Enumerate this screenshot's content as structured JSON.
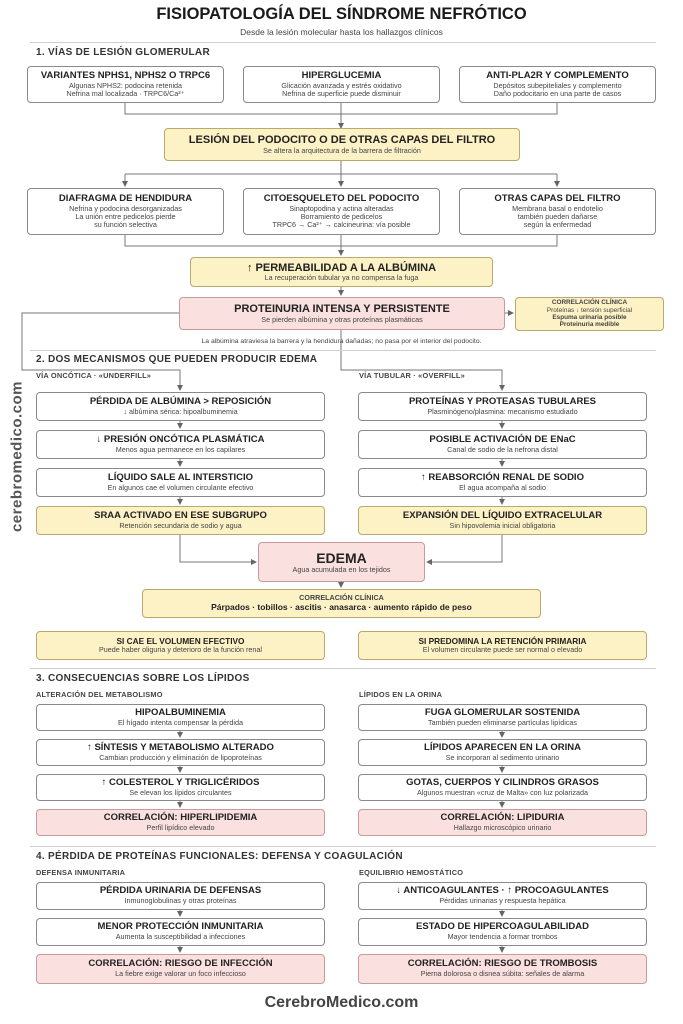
{
  "title": "FISIOPATOLOGÍA DEL SÍNDROME NEFRÓTICO",
  "subtitle": "Desde la lesión molecular hasta los hallazgos clínicos",
  "watermark": "cerebromedico.com",
  "footer": "CerebroMedico.com",
  "s1": {
    "title": "1. VÍAS DE LESIÓN GLOMERULAR",
    "causes": [
      {
        "t": "VARIANTES NPHS1, NPHS2 O TRPC6",
        "s1": "Algunas NPHS2: podocina retenida",
        "s2": "Nefrina mal localizada · TRPC6/Ca²⁺"
      },
      {
        "t": "HIPERGLUCEMIA",
        "s1": "Glicación avanzada y estrés oxidativo",
        "s2": "Nefrina de superficie puede disminuir"
      },
      {
        "t": "ANTI-PLA2R Y COMPLEMENTO",
        "s1": "Depósitos subepiteliales y complemento",
        "s2": "Daño podocitario en una parte de casos"
      }
    ],
    "lesion": {
      "t": "LESIÓN DEL PODOCITO O DE OTRAS CAPAS DEL FILTRO",
      "s": "Se altera la arquitectura de la barrera de filtración"
    },
    "layers": [
      {
        "t": "DIAFRAGMA DE HENDIDURA",
        "s1": "Nefrina y podocina desorganizadas",
        "s2": "La unión entre pedicelos pierde",
        "s3": "su función selectiva"
      },
      {
        "t": "CITOESQUELETO DEL PODOCITO",
        "s1": "Sinaptopodina y actina alteradas",
        "s2": "Borramiento de pedicelos",
        "s3": "TRPC6 → Ca²⁺ → calcineurina: vía posible"
      },
      {
        "t": "OTRAS CAPAS DEL FILTRO",
        "s1": "Membrana basal o endotelio",
        "s2": "también pueden dañarse",
        "s3": "según la enfermedad"
      }
    ],
    "perm": {
      "t": "↑ PERMEABILIDAD A LA ALBÚMINA",
      "s": "La recuperación tubular ya no compensa la fuga"
    },
    "prot": {
      "t": "PROTEINURIA INTENSA Y PERSISTENTE",
      "s": "Se pierden albúmina y otras proteínas plasmáticas"
    },
    "clin": {
      "h": "CORRELACIÓN CLÍNICA",
      "l1": "Proteínas ↓ tensión superficial",
      "l2": "Espuma urinaria posible",
      "l3": "Proteinuria medible"
    },
    "note": "La albúmina atraviesa la barrera y la hendidura dañadas; no pasa por el interior del podocito."
  },
  "s2": {
    "title": "2. DOS MECANISMOS QUE PUEDEN PRODUCIR EDEMA",
    "left_head": "VÍA ONCÓTICA · «UNDERFILL»",
    "right_head": "VÍA TUBULAR · «OVERFILL»",
    "left": [
      {
        "t": "PÉRDIDA DE ALBÚMINA > REPOSICIÓN",
        "s": "↓ albúmina sérica: hipoalbuminemia"
      },
      {
        "t": "↓ PRESIÓN ONCÓTICA PLASMÁTICA",
        "s": "Menos agua permanece en los capilares"
      },
      {
        "t": "LÍQUIDO SALE AL INTERSTICIO",
        "s": "En algunos cae el volumen circulante efectivo"
      },
      {
        "t": "SRAA ACTIVADO EN ESE SUBGRUPO",
        "s": "Retención secundaria de sodio y agua"
      }
    ],
    "right": [
      {
        "t": "PROTEÍNAS Y PROTEASAS TUBULARES",
        "s": "Plasminógeno/plasmina: mecanismo estudiado"
      },
      {
        "t": "POSIBLE ACTIVACIÓN DE ENaC",
        "s": "Canal de sodio de la nefrona distal"
      },
      {
        "t": "↑ REABSORCIÓN RENAL DE SODIO",
        "s": "El agua acompaña al sodio"
      },
      {
        "t": "EXPANSIÓN DEL LÍQUIDO EXTRACELULAR",
        "s": "Sin hipovolemia inicial obligatoria"
      }
    ],
    "edema": {
      "t": "EDEMA",
      "s": "Agua acumulada en los tejidos"
    },
    "clin": {
      "h": "CORRELACIÓN CLÍNICA",
      "l": "Párpados · tobillos · ascitis · anasarca · aumento rápido de peso"
    },
    "bottom_left": {
      "t": "SI CAE EL VOLUMEN EFECTIVO",
      "s": "Puede haber oliguria y deterioro de la función renal"
    },
    "bottom_right": {
      "t": "SI PREDOMINA LA RETENCIÓN PRIMARIA",
      "s": "El volumen circulante puede ser normal o elevado"
    }
  },
  "s3": {
    "title": "3. CONSECUENCIAS SOBRE LOS LÍPIDOS",
    "left_head": "ALTERACIÓN DEL METABOLISMO",
    "right_head": "LÍPIDOS EN LA ORINA",
    "left": [
      {
        "t": "HIPOALBUMINEMIA",
        "s": "El hígado intenta compensar la pérdida"
      },
      {
        "t": "↑ SÍNTESIS Y METABOLISMO ALTERADO",
        "s": "Cambian producción y eliminación de lipoproteínas"
      },
      {
        "t": "↑ COLESTEROL Y TRIGLICÉRIDOS",
        "s": "Se elevan los lípidos circulantes"
      },
      {
        "t": "CORRELACIÓN: HIPERLIPIDEMIA",
        "s": "Perfil lipídico elevado"
      }
    ],
    "right": [
      {
        "t": "FUGA GLOMERULAR SOSTENIDA",
        "s": "También pueden eliminarse partículas lipídicas"
      },
      {
        "t": "LÍPIDOS APARECEN EN LA ORINA",
        "s": "Se incorporan al sedimento urinario"
      },
      {
        "t": "GOTAS, CUERPOS Y CILINDROS GRASOS",
        "s": "Algunos muestran «cruz de Malta» con luz polarizada"
      },
      {
        "t": "CORRELACIÓN: LIPIDURIA",
        "s": "Hallazgo microscópico urinario"
      }
    ]
  },
  "s4": {
    "title": "4. PÉRDIDA DE PROTEÍNAS FUNCIONALES: DEFENSA Y COAGULACIÓN",
    "left_head": "DEFENSA INMUNITARIA",
    "right_head": "EQUILIBRIO HEMOSTÁTICO",
    "left": [
      {
        "t": "PÉRDIDA URINARIA DE DEFENSAS",
        "s": "Inmunoglobulinas y otras proteínas"
      },
      {
        "t": "MENOR PROTECCIÓN INMUNITARIA",
        "s": "Aumenta la susceptibilidad a infecciones"
      },
      {
        "t": "CORRELACIÓN: RIESGO DE INFECCIÓN",
        "s": "La fiebre exige valorar un foco infeccioso"
      }
    ],
    "right": [
      {
        "t": "↓ ANTICOAGULANTES · ↑ PROCOAGULANTES",
        "s": "Pérdidas urinarias y respuesta hepática"
      },
      {
        "t": "ESTADO DE HIPERCOAGULABILIDAD",
        "s": "Mayor tendencia a formar trombos"
      },
      {
        "t": "CORRELACIÓN: RIESGO DE TROMBOSIS",
        "s": "Pierna dolorosa o disnea súbita: señales de alarma"
      }
    ]
  }
}
